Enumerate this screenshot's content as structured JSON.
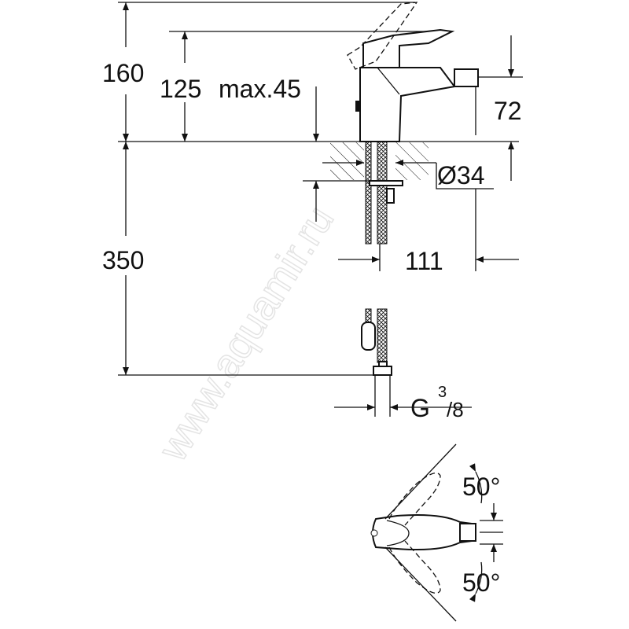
{
  "drawing": {
    "dimensions": {
      "total_height": "160",
      "lever_height": "125",
      "max_counter_thickness": "max.45",
      "spout_height": "72",
      "hole_diameter": "Ø34",
      "hose_length": "350",
      "spout_reach": "111",
      "connection_thread_main": "G",
      "connection_thread_num": "3",
      "connection_thread_den": "/8",
      "angle_upper": "50°",
      "angle_lower": "50°"
    },
    "watermark": "www.aquamir.ru"
  }
}
